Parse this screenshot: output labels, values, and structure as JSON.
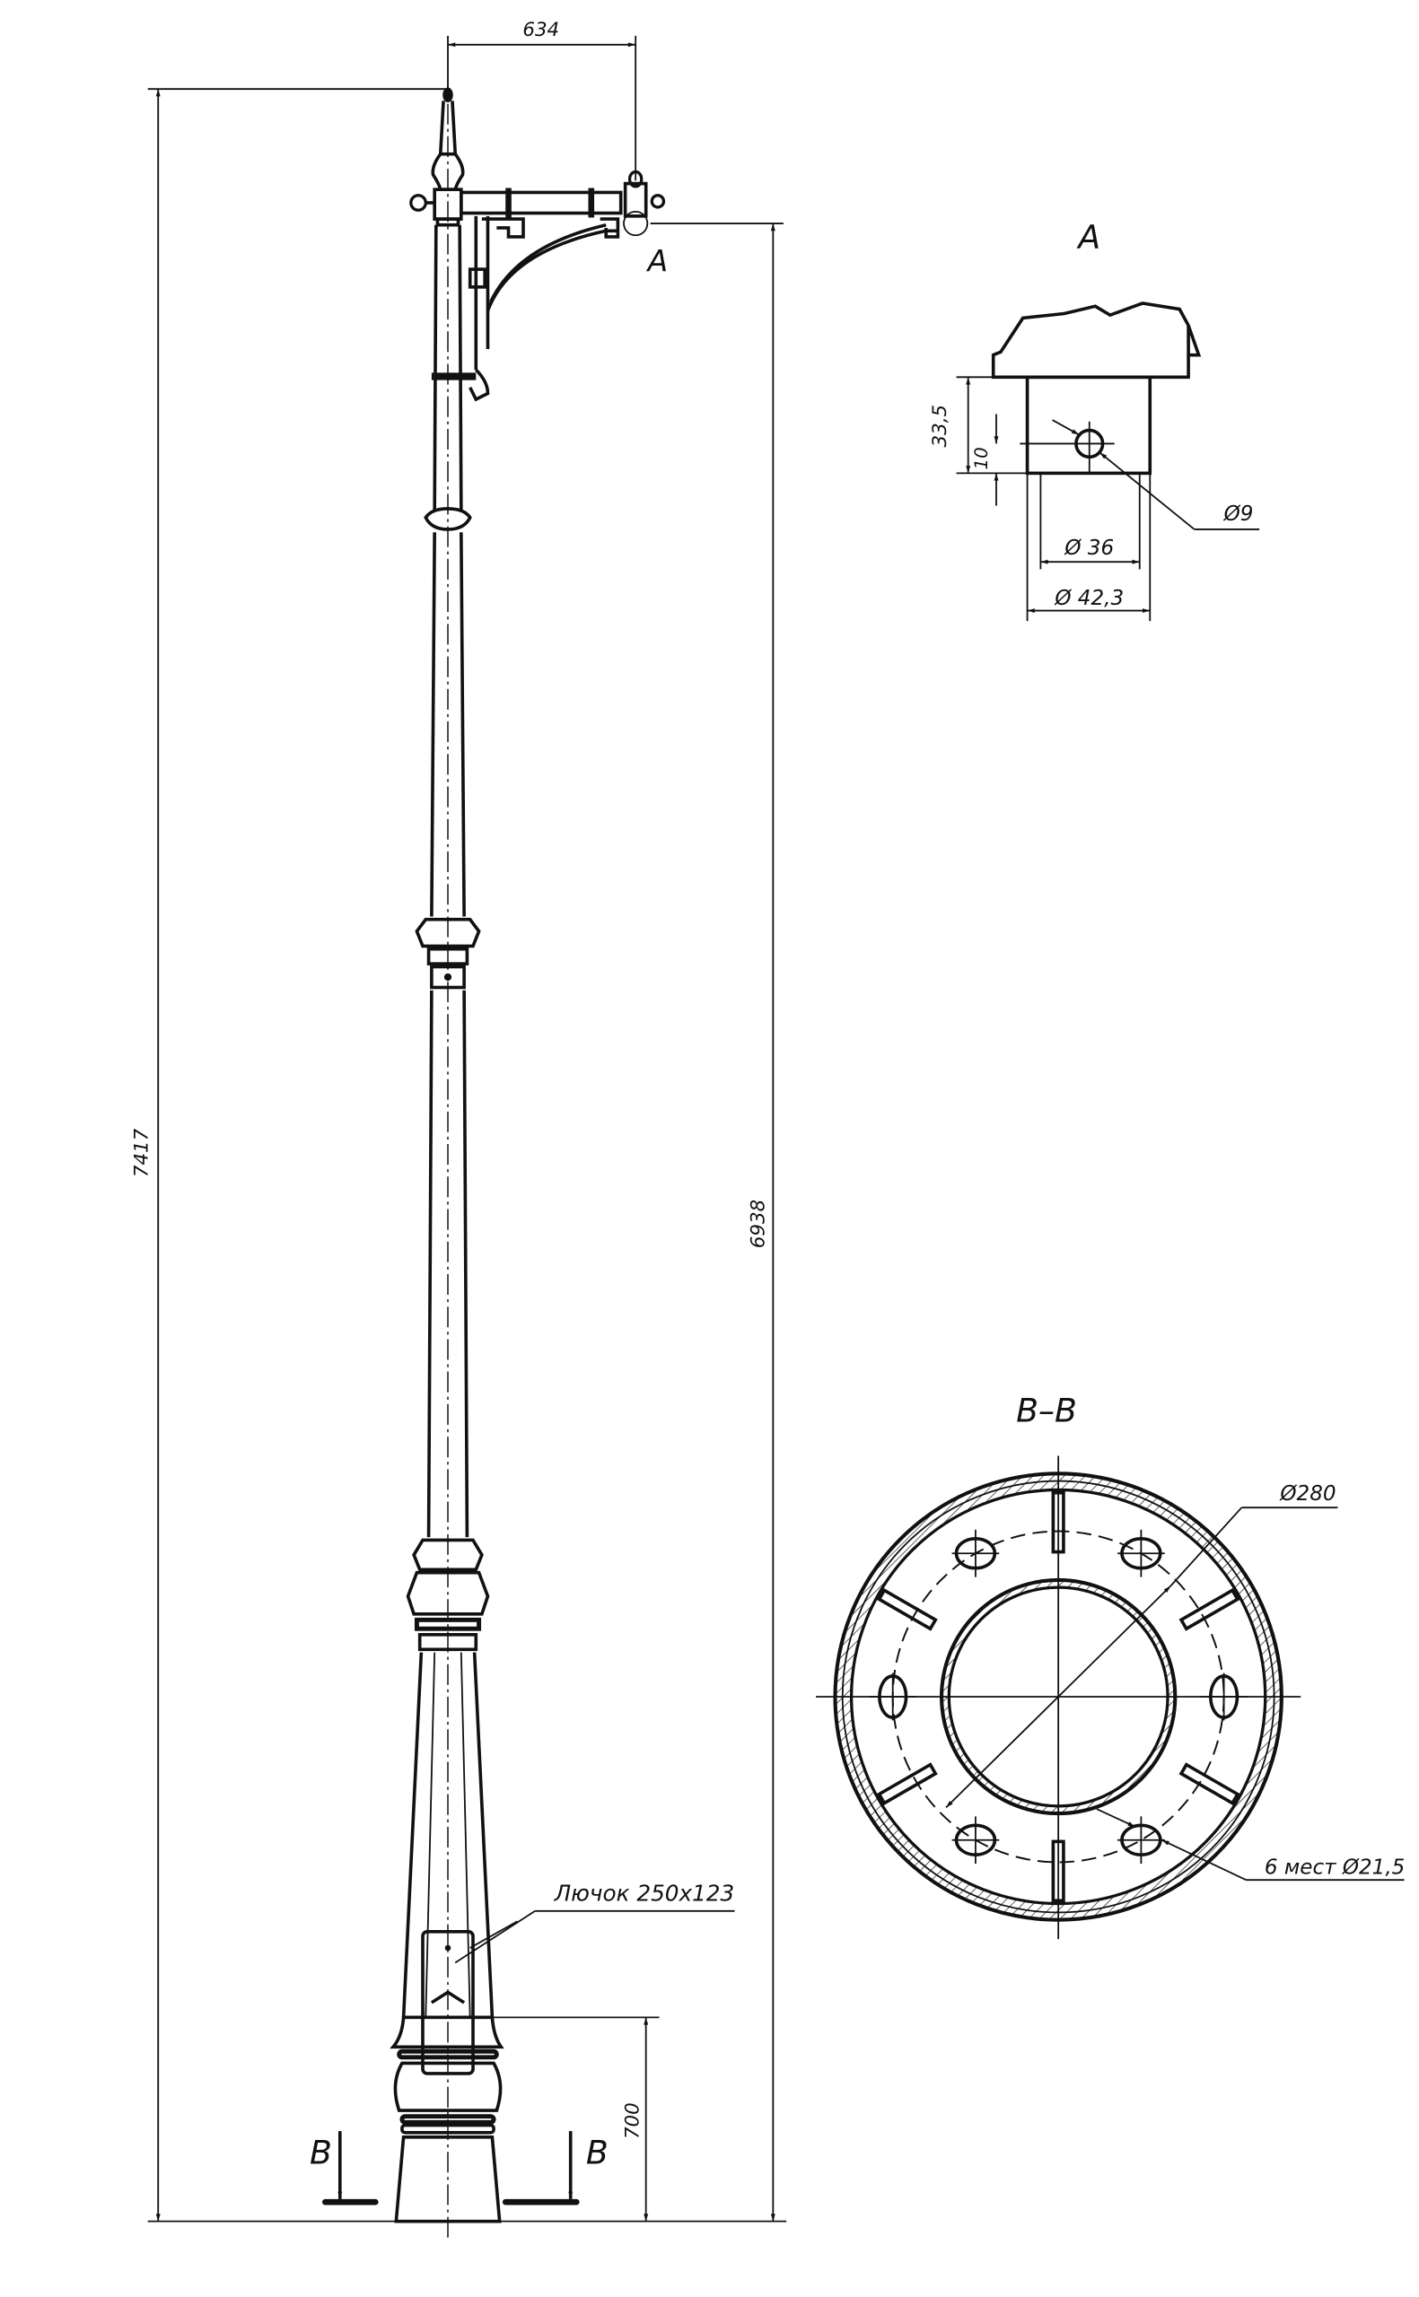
{
  "drawing": {
    "main_view": {
      "dim_arm_reach": "634",
      "dim_total_height": "7417",
      "dim_arm_height": "6938",
      "dim_hatch_height": "700",
      "detail_marker": "A",
      "hatch_label": "Лючок 250х123",
      "section_mark_left": "B",
      "section_mark_right": "B"
    },
    "detail_a": {
      "title": "A",
      "dim_height": "33,5",
      "dim_hole_offset": "10",
      "dim_hole": "Ø9",
      "dim_inner": "Ø 36",
      "dim_outer": "Ø 42,3"
    },
    "section_bb": {
      "title": "B–B",
      "dim_diameter": "Ø280",
      "dim_holes": "6 мест Ø21,5"
    }
  }
}
